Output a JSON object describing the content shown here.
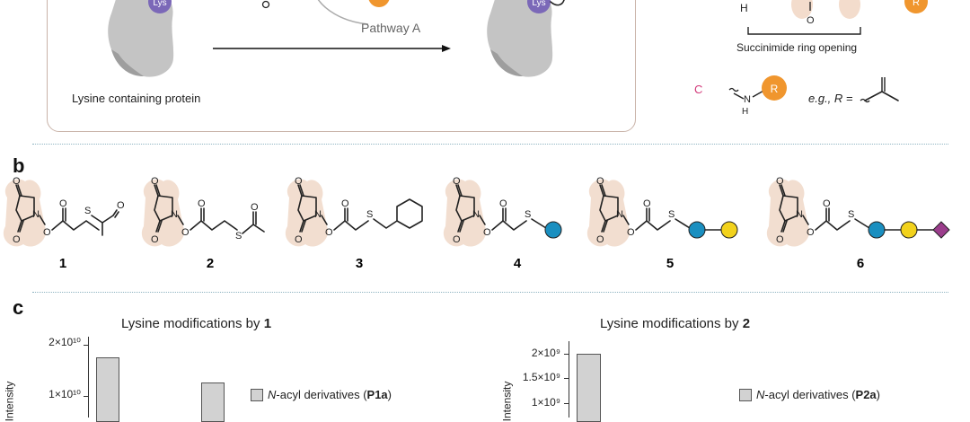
{
  "panel_a": {
    "lys_label": "Lys",
    "pathway": "Pathway A",
    "protein_caption": "Lysine containing protein",
    "h_atom": "H",
    "o_atom": "O",
    "r_label": "R",
    "ring_opening": "Succinimide ring opening",
    "c_label": "C",
    "n_atom": "N",
    "eg_label": "e.g., R ="
  },
  "panel_b": {
    "letter": "b",
    "compounds": [
      "1",
      "2",
      "3",
      "4",
      "5",
      "6"
    ],
    "atoms": {
      "N": "N",
      "O": "O",
      "S": "S"
    }
  },
  "panel_c": {
    "letter": "c",
    "left_title_prefix": "Lysine modifications by ",
    "left_title_bold": "1",
    "right_title_prefix": "Lysine modifications by ",
    "right_title_bold": "2",
    "y_axis_label": "Intensity",
    "left_legend": {
      "italic": "N",
      "text": "-acyl derivatives (",
      "bold": "P1a",
      "close": ")"
    },
    "right_legend": {
      "italic": "N",
      "text": "-acyl derivatives (",
      "bold": "P2a",
      "close": ")"
    }
  },
  "colors": {
    "lys": "#7b68b8",
    "r_group": "#f0962e",
    "cyan": "#1a8fc0",
    "yellow": "#f2d21c",
    "magenta": "#9b3d8c",
    "c_pink": "#d23a7a",
    "box_border": "#c9b3a8"
  },
  "chart_data": [
    {
      "type": "bar",
      "title": "Lysine modifications by 1",
      "ylabel": "Intensity",
      "y_tick_labels": [
        "1×10¹⁰",
        "2×10¹⁰"
      ],
      "series": [
        {
          "name": "N-acyl derivatives (P1a)",
          "values": [
            17500000000.0,
            12700000000.0
          ]
        }
      ]
    },
    {
      "type": "bar",
      "title": "Lysine modifications by 2",
      "ylabel": "Intensity",
      "y_tick_labels": [
        "1×10⁹",
        "1.5×10⁹",
        "2×10⁹"
      ],
      "series": [
        {
          "name": "N-acyl derivatives (P2a)",
          "values": [
            2000000000.0
          ]
        }
      ]
    }
  ]
}
